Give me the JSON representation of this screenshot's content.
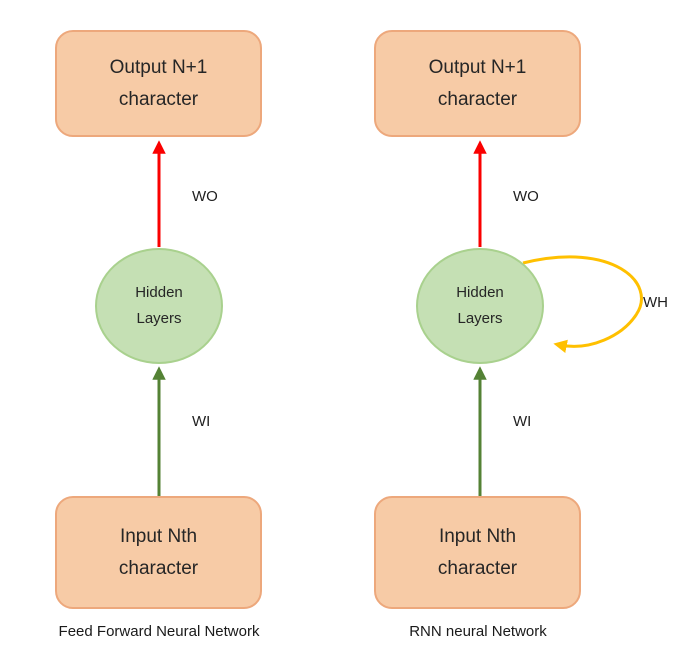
{
  "colors": {
    "box_fill": "#F7CBA6",
    "box_border": "#EDA87C",
    "hidden_fill": "#C5E0B4",
    "hidden_border": "#A9D18E",
    "output_arrow": "#FA0000",
    "input_arrow": "#548235",
    "recurrent_arrow": "#FFC000",
    "text": "#262626"
  },
  "left_diagram": {
    "output_box": {
      "line1": "Output N+1",
      "line2": "character"
    },
    "output_weight_label": "WO",
    "hidden_node": {
      "line1": "Hidden",
      "line2": "Layers"
    },
    "input_weight_label": "WI",
    "input_box": {
      "line1": "Input Nth",
      "line2": "character"
    },
    "caption": "Feed Forward Neural Network"
  },
  "right_diagram": {
    "output_box": {
      "line1": "Output N+1",
      "line2": "character"
    },
    "output_weight_label": "WO",
    "hidden_node": {
      "line1": "Hidden",
      "line2": "Layers"
    },
    "recurrent_weight_label": "WH",
    "input_weight_label": "WI",
    "input_box": {
      "line1": "Input Nth",
      "line2": "character"
    },
    "caption": "RNN neural Network"
  }
}
